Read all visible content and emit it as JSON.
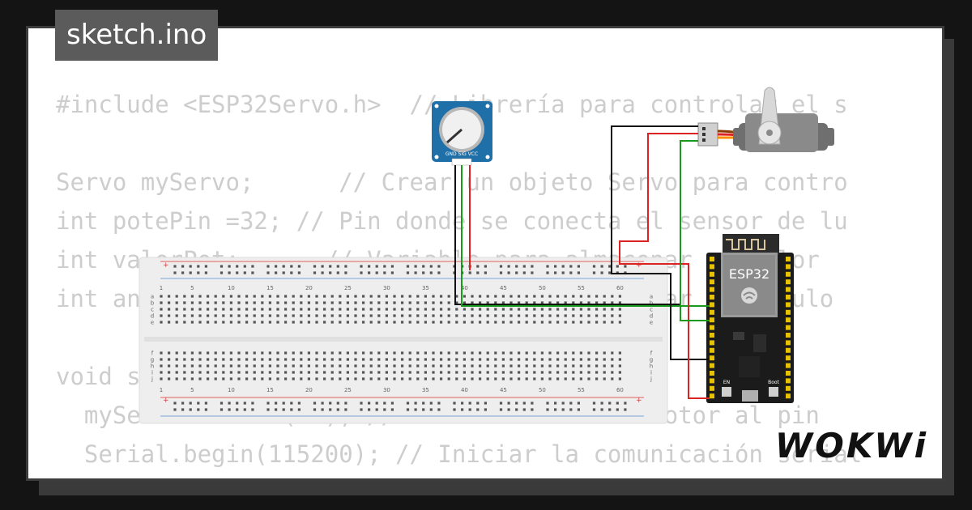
{
  "tab": {
    "filename": "sketch.ino"
  },
  "code": {
    "lines": [
      "#include <ESP32Servo.h>  // Librería para controlar el s",
      "",
      "Servo myServo;      // Crear un objeto Servo para contro",
      "int potePin =32; // Pin donde se conecta el sensor de lu",
      "int valorPot;      // Variable para almacenar el valor",
      "int angulo;        // Variable para almacenar el ángulo",
      "",
      "void setup() {",
      "  myServo.attach(18); // Conectar el servomotor al pin",
      "  Serial.begin(115200); // Iniciar la comunicación serial",
      "}"
    ]
  },
  "board": {
    "label": "ESP32",
    "boot_label": "Boot",
    "en_label": "EN"
  },
  "breadboard": {
    "top_rows": [
      "a",
      "b",
      "c",
      "d",
      "e"
    ],
    "bottom_rows": [
      "f",
      "g",
      "h",
      "i",
      "j"
    ],
    "columns": [
      "1",
      "5",
      "10",
      "15",
      "20",
      "25",
      "30",
      "35",
      "40",
      "45",
      "50",
      "55",
      "60"
    ]
  },
  "potentiometer": {
    "pin_labels": "GND SIG VCC"
  },
  "logo": {
    "text": "WOKWi"
  },
  "colors": {
    "background": "#141414",
    "card": "#ffffff",
    "tab": "#5b5b5b",
    "code_text": "#cdcdcd",
    "pcb_blue": "#1f6fa8",
    "board_black": "#1b1b1b",
    "wire_red": "#dd2222",
    "wire_green": "#1a9a1a",
    "wire_black": "#111111"
  },
  "icons": [
    "espressif-logo-icon"
  ]
}
